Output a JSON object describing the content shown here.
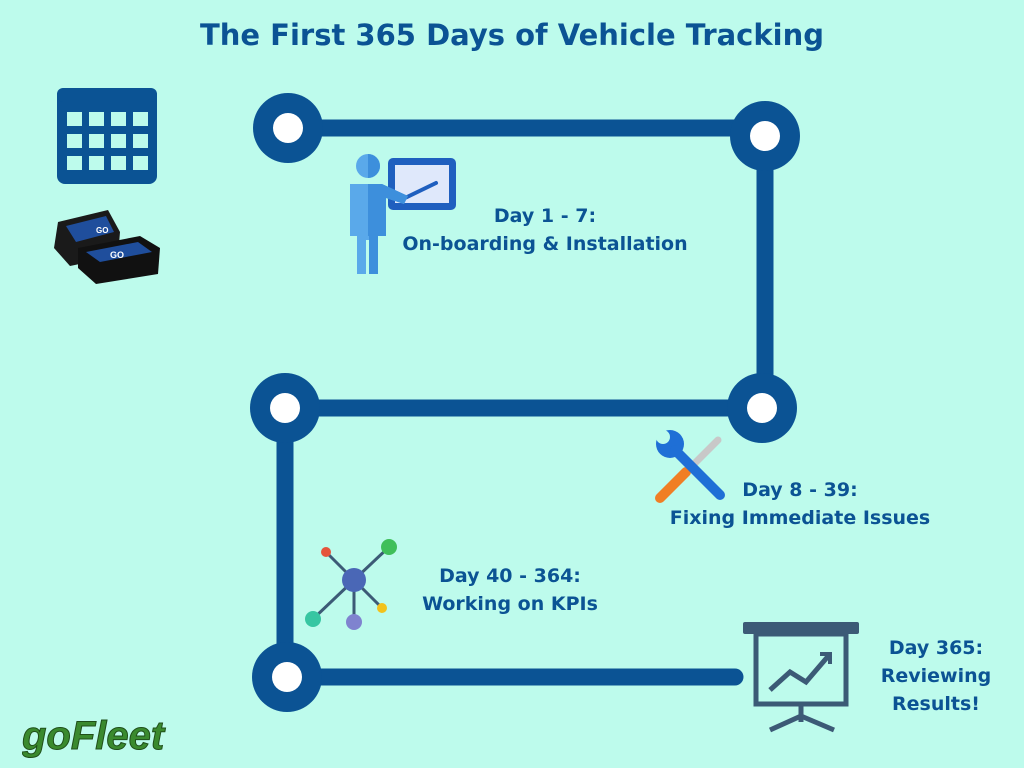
{
  "title": "The First 365 Days of Vehicle Tracking",
  "colors": {
    "background": "#bdfbec",
    "path": "#0b5394",
    "text": "#0b5394",
    "logo": "#3a8a2e"
  },
  "steps": [
    {
      "range": "Day 1 - 7:",
      "label": "On-boarding & Installation",
      "icon": "presenter-icon"
    },
    {
      "range": "Day 8 - 39:",
      "label": "Fixing Immediate Issues",
      "icon": "tools-icon"
    },
    {
      "range": "Day 40 - 364:",
      "label": "Working on KPIs",
      "icon": "network-icon"
    },
    {
      "range": "Day 365:",
      "label_lines": [
        "Reviewing",
        "Results!"
      ],
      "icon": "presentation-chart-icon"
    }
  ],
  "side_icons": [
    "calendar-icon",
    "gps-device-icon"
  ],
  "device_label": "GO",
  "logo": "goFleet"
}
